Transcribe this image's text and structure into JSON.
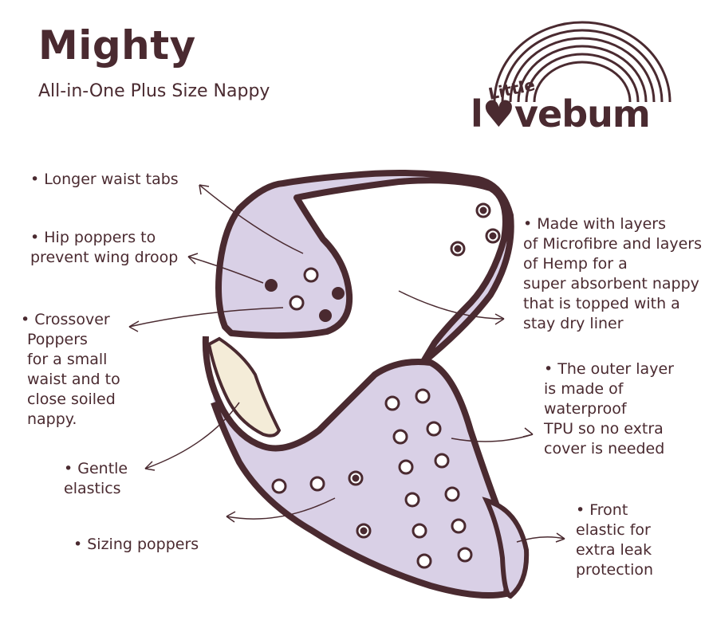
{
  "title": "Mighty",
  "subtitle": "All-in-One Plus Size Nappy",
  "logo": {
    "small": "Little",
    "main": "l♥vebum"
  },
  "labels": {
    "waist_tabs": [
      "• Longer waist tabs"
    ],
    "hip_poppers": [
      "• Hip poppers to",
      "prevent wing droop"
    ],
    "crossover": [
      "• Crossover",
      "Poppers",
      "for a small",
      "waist and to",
      "close soiled",
      "nappy."
    ],
    "gentle_elastics": [
      "• Gentle",
      "elastics"
    ],
    "sizing_poppers": [
      "• Sizing poppers"
    ],
    "layers": [
      "• Made with layers",
      "of Microfibre and layers",
      "of Hemp for a",
      "super absorbent nappy",
      "that is topped with a",
      "stay dry liner"
    ],
    "outer_layer": [
      "• The outer layer",
      "is made of",
      "waterproof",
      "TPU so no extra",
      "cover is needed"
    ],
    "front_elastic": [
      "• Front",
      "elastic for",
      "extra leak",
      "protection"
    ]
  },
  "colors": {
    "outline": "#4a2a30",
    "fabric": "#d9d0e6",
    "liner": "#f4ecd8",
    "text": "#4a2a30"
  }
}
